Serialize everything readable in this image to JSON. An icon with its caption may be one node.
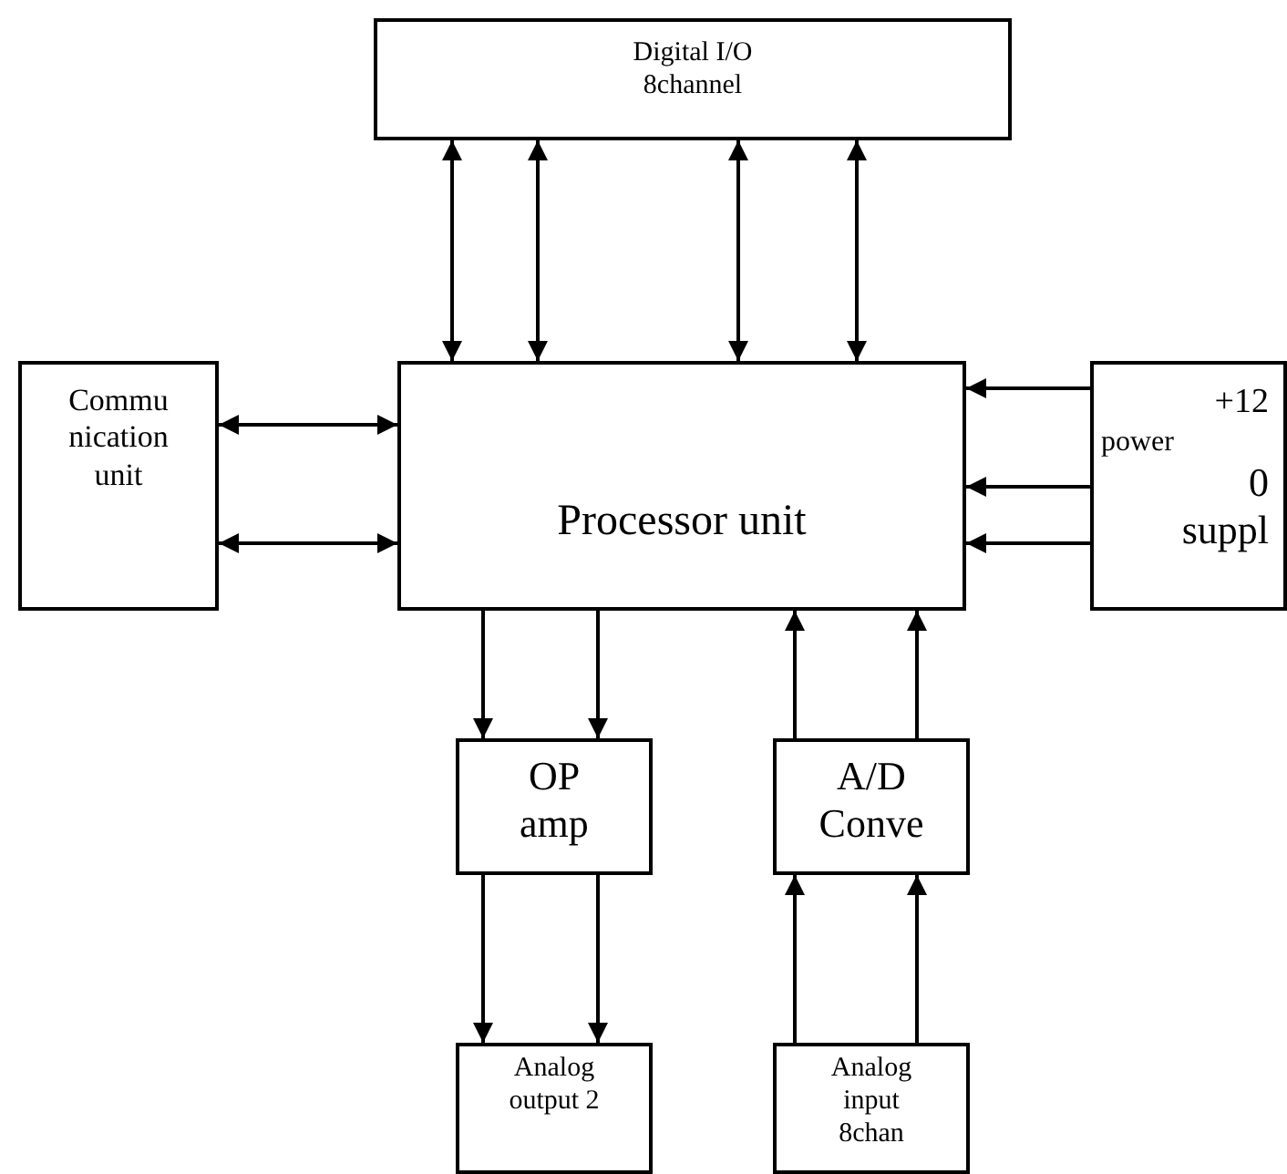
{
  "diagram": {
    "nodes": [
      {
        "text": [
          "Digital I/O 8channel"
        ]
      },
      {
        "text": [
          "Commu nication unit"
        ]
      },
      {
        "text": [
          "Processor unit"
        ]
      },
      {
        "text": [
          "+12",
          "power",
          "0",
          "suppl"
        ]
      },
      {
        "text": [
          "OP amp"
        ]
      },
      {
        "text": [
          "A/D Conve"
        ]
      },
      {
        "text": [
          "Analog output 2"
        ]
      },
      {
        "text": [
          "Analog input 8chan"
        ]
      }
    ],
    "edges": [
      {
        "from": 0,
        "to": 2,
        "arrow": "both"
      },
      {
        "from": 0,
        "to": 2,
        "arrow": "both"
      },
      {
        "from": 0,
        "to": 2,
        "arrow": "both"
      },
      {
        "from": 0,
        "to": 2,
        "arrow": "both"
      },
      {
        "from": 1,
        "to": 2,
        "arrow": "both"
      },
      {
        "from": 1,
        "to": 2,
        "arrow": "both"
      },
      {
        "from": 3,
        "to": 2,
        "arrow": "to"
      },
      {
        "from": 3,
        "to": 2,
        "arrow": "to"
      },
      {
        "from": 3,
        "to": 2,
        "arrow": "to"
      },
      {
        "from": 2,
        "to": 4,
        "arrow": "to"
      },
      {
        "from": 2,
        "to": 4,
        "arrow": "to"
      },
      {
        "from": 5,
        "to": 2,
        "arrow": "to"
      },
      {
        "from": 5,
        "to": 2,
        "arrow": "to"
      },
      {
        "from": 4,
        "to": 6,
        "arrow": "to"
      },
      {
        "from": 4,
        "to": 6,
        "arrow": "to"
      },
      {
        "from": 7,
        "to": 5,
        "arrow": "to"
      },
      {
        "from": 7,
        "to": 5,
        "arrow": "to"
      }
    ]
  }
}
